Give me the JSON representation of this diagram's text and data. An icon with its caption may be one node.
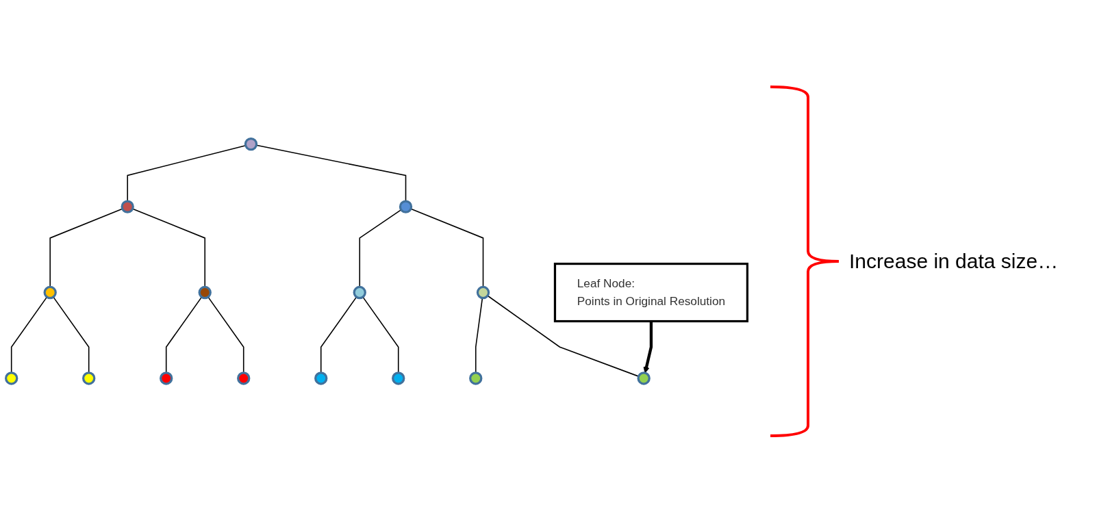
{
  "diagram": {
    "nodes": [
      {
        "text": [],
        "shape": "circle"
      },
      {
        "text": [],
        "shape": "circle"
      },
      {
        "text": [],
        "shape": "circle"
      },
      {
        "text": [],
        "shape": "circle"
      },
      {
        "text": [],
        "shape": "circle"
      },
      {
        "text": [],
        "shape": "circle"
      },
      {
        "text": [],
        "shape": "circle"
      },
      {
        "text": [],
        "shape": "circle"
      },
      {
        "text": [],
        "shape": "circle"
      },
      {
        "text": [],
        "shape": "circle"
      },
      {
        "text": [],
        "shape": "circle"
      },
      {
        "text": [],
        "shape": "circle"
      },
      {
        "text": [],
        "shape": "circle"
      },
      {
        "text": [],
        "shape": "circle"
      },
      {
        "text": [],
        "shape": "circle"
      },
      {
        "text": [
          "Leaf Node:",
          "Points in Original Resolution"
        ]
      }
    ],
    "edges": [
      {
        "from": 0,
        "to": 1,
        "arrow": "none"
      },
      {
        "from": 0,
        "to": 2,
        "arrow": "none"
      },
      {
        "from": 1,
        "to": 3,
        "arrow": "none"
      },
      {
        "from": 1,
        "to": 4,
        "arrow": "none"
      },
      {
        "from": 2,
        "to": 5,
        "arrow": "none"
      },
      {
        "from": 2,
        "to": 6,
        "arrow": "none"
      },
      {
        "from": 3,
        "to": 7,
        "arrow": "none"
      },
      {
        "from": 3,
        "to": 8,
        "arrow": "none"
      },
      {
        "from": 4,
        "to": 9,
        "arrow": "none"
      },
      {
        "from": 4,
        "to": 10,
        "arrow": "none"
      },
      {
        "from": 5,
        "to": 11,
        "arrow": "none"
      },
      {
        "from": 5,
        "to": 12,
        "arrow": "none"
      },
      {
        "from": 6,
        "to": 13,
        "arrow": "none"
      },
      {
        "from": 6,
        "to": 14,
        "arrow": "none"
      },
      {
        "from": 15,
        "to": 14,
        "arrow": "to",
        "style": "thick"
      }
    ],
    "labels": [
      "Increase in data size…"
    ]
  }
}
